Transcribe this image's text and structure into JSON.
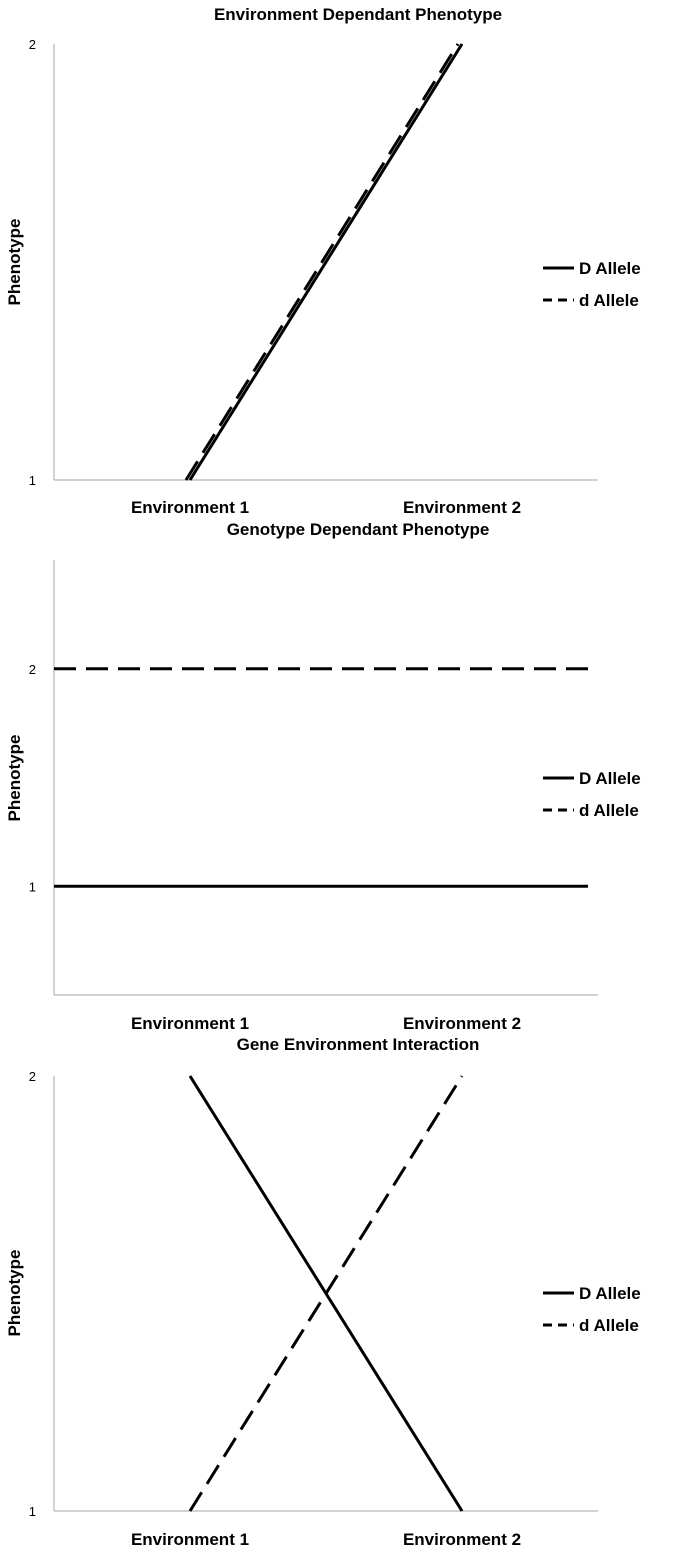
{
  "chart_data": [
    {
      "type": "line",
      "title": "Environment Dependant Phenotype",
      "ylabel": "Phenotype",
      "xlabel": "",
      "categories": [
        "Environment 1",
        "Environment 2"
      ],
      "yticks": [
        "1",
        "2"
      ],
      "ylim": [
        1,
        2
      ],
      "series": [
        {
          "name": "D Allele",
          "values": [
            1,
            2
          ],
          "style": "solid"
        },
        {
          "name": "d Allele",
          "values": [
            1,
            2
          ],
          "style": "dashed"
        }
      ],
      "legend": "right",
      "grid": false
    },
    {
      "type": "line",
      "title": "Genotype Dependant Phenotype",
      "ylabel": "Phenotype",
      "xlabel": "",
      "categories": [
        "Environment 1",
        "Environment 2"
      ],
      "yticks": [
        "1",
        "2"
      ],
      "ylim": [
        0.5,
        2.5
      ],
      "series": [
        {
          "name": "D Allele",
          "values": [
            1,
            1
          ],
          "style": "solid"
        },
        {
          "name": "d Allele",
          "values": [
            2,
            2
          ],
          "style": "dashed"
        }
      ],
      "legend": "right",
      "grid": false
    },
    {
      "type": "line",
      "title": "Gene Environment Interaction",
      "ylabel": "Phenotype",
      "xlabel": "",
      "categories": [
        "Environment 1",
        "Environment 2"
      ],
      "yticks": [
        "1",
        "2"
      ],
      "ylim": [
        1,
        2
      ],
      "series": [
        {
          "name": "D Allele",
          "values": [
            2,
            1
          ],
          "style": "solid"
        },
        {
          "name": "d Allele",
          "values": [
            1,
            2
          ],
          "style": "dashed"
        }
      ],
      "legend": "right",
      "grid": false
    }
  ],
  "colors": {
    "line": "#000000",
    "axis": "#a6a6a6"
  }
}
